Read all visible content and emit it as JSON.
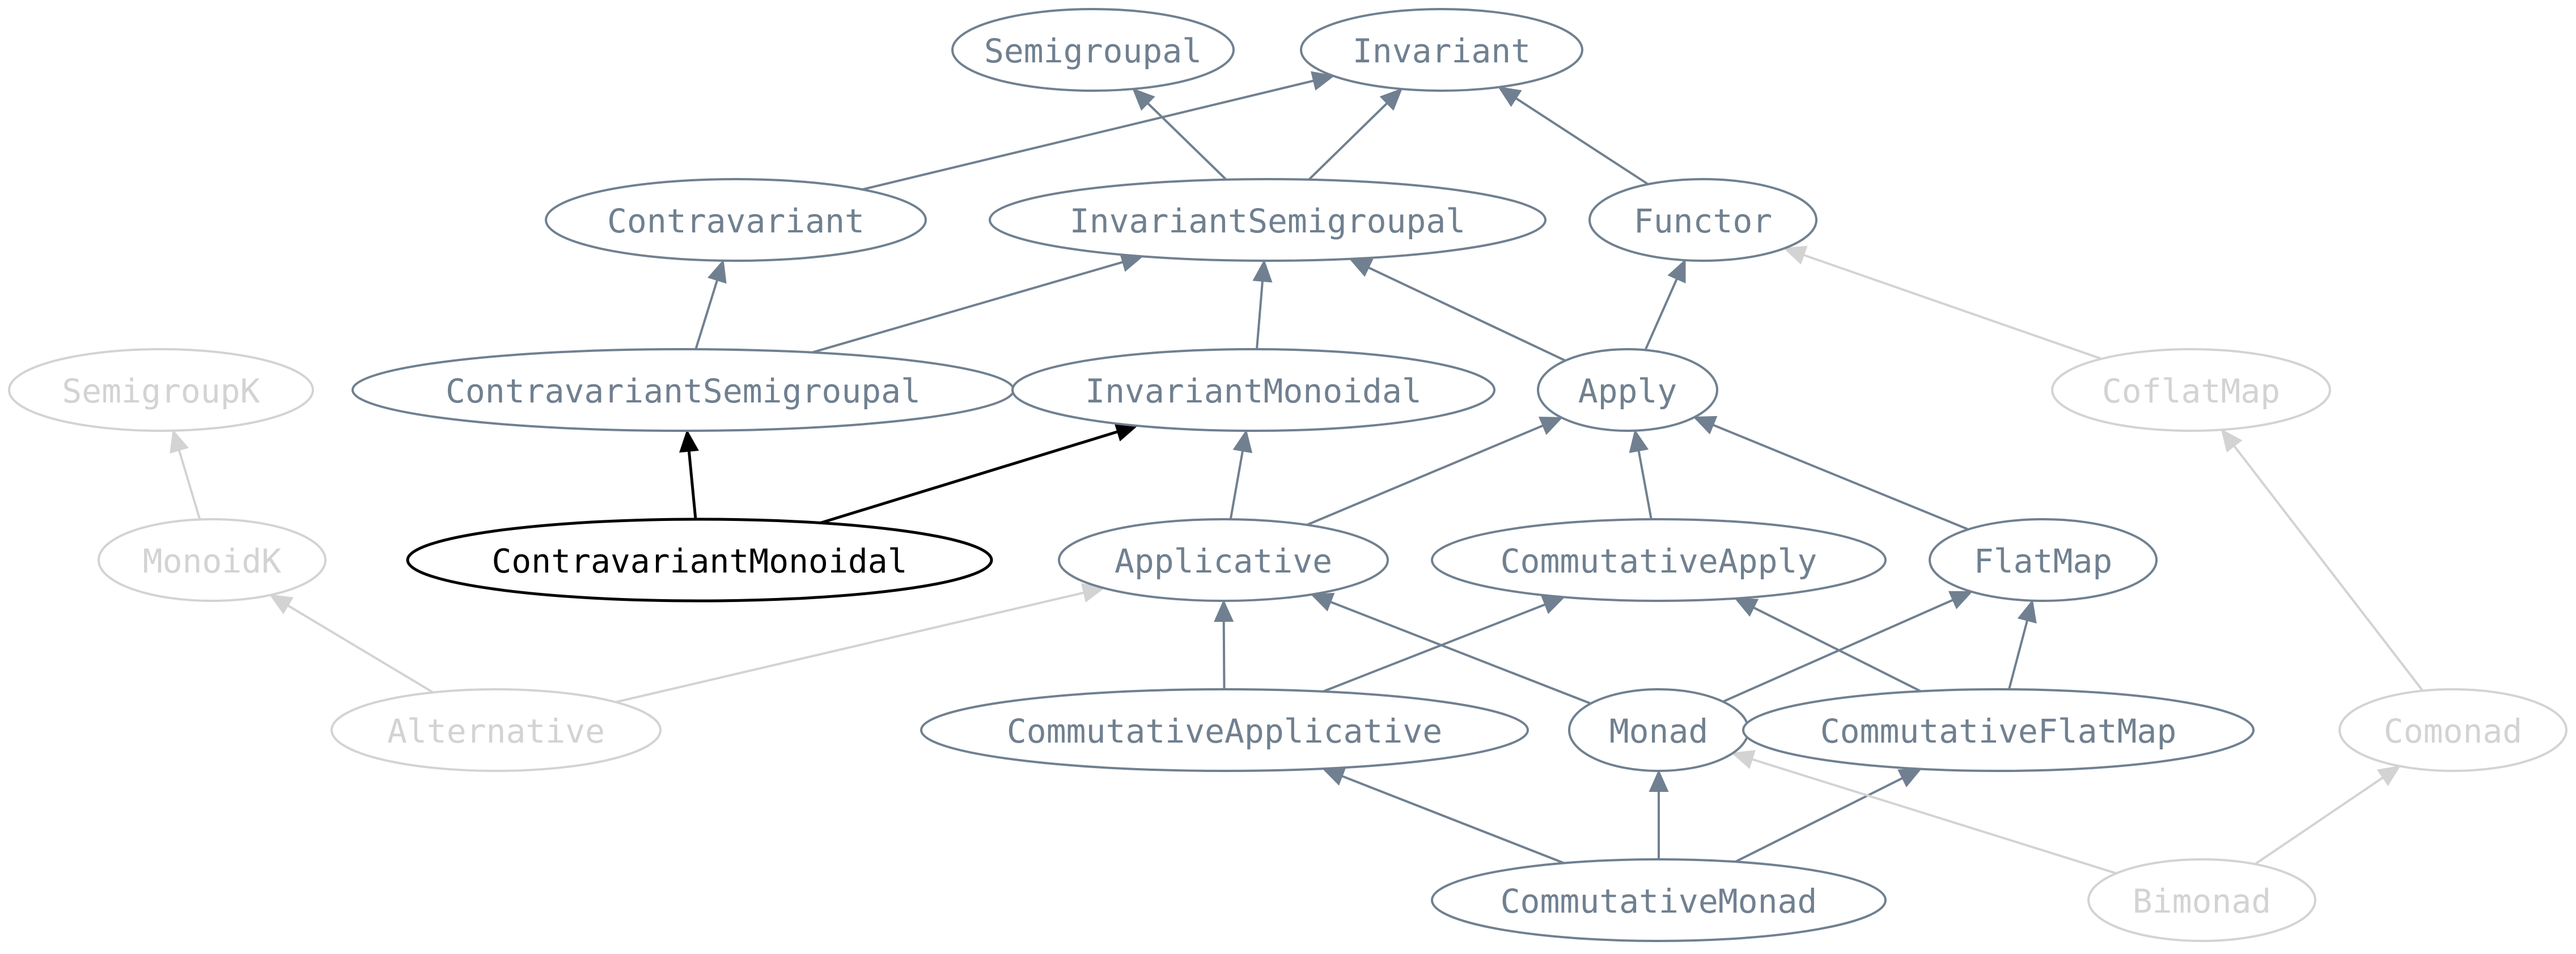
{
  "colors": {
    "active": "#708090",
    "faded": "#d3d3d3",
    "focus": "#000000",
    "background": "#ffffff"
  },
  "nodes": [
    {
      "id": "semigroupal",
      "label": "Semigroupal",
      "state": "active"
    },
    {
      "id": "invariant",
      "label": "Invariant",
      "state": "active"
    },
    {
      "id": "contravariant",
      "label": "Contravariant",
      "state": "active"
    },
    {
      "id": "invariant-semigroupal",
      "label": "InvariantSemigroupal",
      "state": "active"
    },
    {
      "id": "functor",
      "label": "Functor",
      "state": "active"
    },
    {
      "id": "semigroupk",
      "label": "SemigroupK",
      "state": "faded"
    },
    {
      "id": "contravariant-semigroupal",
      "label": "ContravariantSemigroupal",
      "state": "active"
    },
    {
      "id": "invariant-monoidal",
      "label": "InvariantMonoidal",
      "state": "active"
    },
    {
      "id": "apply",
      "label": "Apply",
      "state": "active"
    },
    {
      "id": "coflatmap",
      "label": "CoflatMap",
      "state": "faded"
    },
    {
      "id": "monoidk",
      "label": "MonoidK",
      "state": "faded"
    },
    {
      "id": "contravariant-monoidal",
      "label": "ContravariantMonoidal",
      "state": "focus"
    },
    {
      "id": "applicative",
      "label": "Applicative",
      "state": "active"
    },
    {
      "id": "commutative-apply",
      "label": "CommutativeApply",
      "state": "active"
    },
    {
      "id": "flatmap",
      "label": "FlatMap",
      "state": "active"
    },
    {
      "id": "alternative",
      "label": "Alternative",
      "state": "faded"
    },
    {
      "id": "commutative-applicative",
      "label": "CommutativeApplicative",
      "state": "active"
    },
    {
      "id": "monad",
      "label": "Monad",
      "state": "active"
    },
    {
      "id": "commutative-flatmap",
      "label": "CommutativeFlatMap",
      "state": "active"
    },
    {
      "id": "comonad",
      "label": "Comonad",
      "state": "faded"
    },
    {
      "id": "commutative-monad",
      "label": "CommutativeMonad",
      "state": "active"
    },
    {
      "id": "bimonad",
      "label": "Bimonad",
      "state": "faded"
    }
  ],
  "edges": [
    {
      "from": "contravariant",
      "to": "invariant",
      "state": "active"
    },
    {
      "from": "invariant-semigroupal",
      "to": "semigroupal",
      "state": "active"
    },
    {
      "from": "invariant-semigroupal",
      "to": "invariant",
      "state": "active"
    },
    {
      "from": "functor",
      "to": "invariant",
      "state": "active"
    },
    {
      "from": "contravariant-semigroupal",
      "to": "contravariant",
      "state": "active"
    },
    {
      "from": "contravariant-semigroupal",
      "to": "invariant-semigroupal",
      "state": "active"
    },
    {
      "from": "invariant-monoidal",
      "to": "invariant-semigroupal",
      "state": "active"
    },
    {
      "from": "apply",
      "to": "invariant-semigroupal",
      "state": "active"
    },
    {
      "from": "apply",
      "to": "functor",
      "state": "active"
    },
    {
      "from": "coflatmap",
      "to": "functor",
      "state": "faded"
    },
    {
      "from": "monoidk",
      "to": "semigroupk",
      "state": "faded"
    },
    {
      "from": "contravariant-monoidal",
      "to": "contravariant-semigroupal",
      "state": "focus"
    },
    {
      "from": "contravariant-monoidal",
      "to": "invariant-monoidal",
      "state": "focus"
    },
    {
      "from": "applicative",
      "to": "invariant-monoidal",
      "state": "active"
    },
    {
      "from": "applicative",
      "to": "apply",
      "state": "active"
    },
    {
      "from": "commutative-apply",
      "to": "apply",
      "state": "active"
    },
    {
      "from": "flatmap",
      "to": "apply",
      "state": "active"
    },
    {
      "from": "alternative",
      "to": "monoidk",
      "state": "faded"
    },
    {
      "from": "alternative",
      "to": "applicative",
      "state": "faded"
    },
    {
      "from": "commutative-applicative",
      "to": "applicative",
      "state": "active"
    },
    {
      "from": "commutative-applicative",
      "to": "commutative-apply",
      "state": "active"
    },
    {
      "from": "monad",
      "to": "applicative",
      "state": "active"
    },
    {
      "from": "monad",
      "to": "flatmap",
      "state": "active"
    },
    {
      "from": "commutative-flatmap",
      "to": "commutative-apply",
      "state": "active"
    },
    {
      "from": "commutative-flatmap",
      "to": "flatmap",
      "state": "active"
    },
    {
      "from": "comonad",
      "to": "coflatmap",
      "state": "faded"
    },
    {
      "from": "commutative-monad",
      "to": "commutative-applicative",
      "state": "active"
    },
    {
      "from": "commutative-monad",
      "to": "monad",
      "state": "active"
    },
    {
      "from": "commutative-monad",
      "to": "commutative-flatmap",
      "state": "active"
    },
    {
      "from": "bimonad",
      "to": "monad",
      "state": "faded"
    },
    {
      "from": "bimonad",
      "to": "comonad",
      "state": "faded"
    }
  ]
}
